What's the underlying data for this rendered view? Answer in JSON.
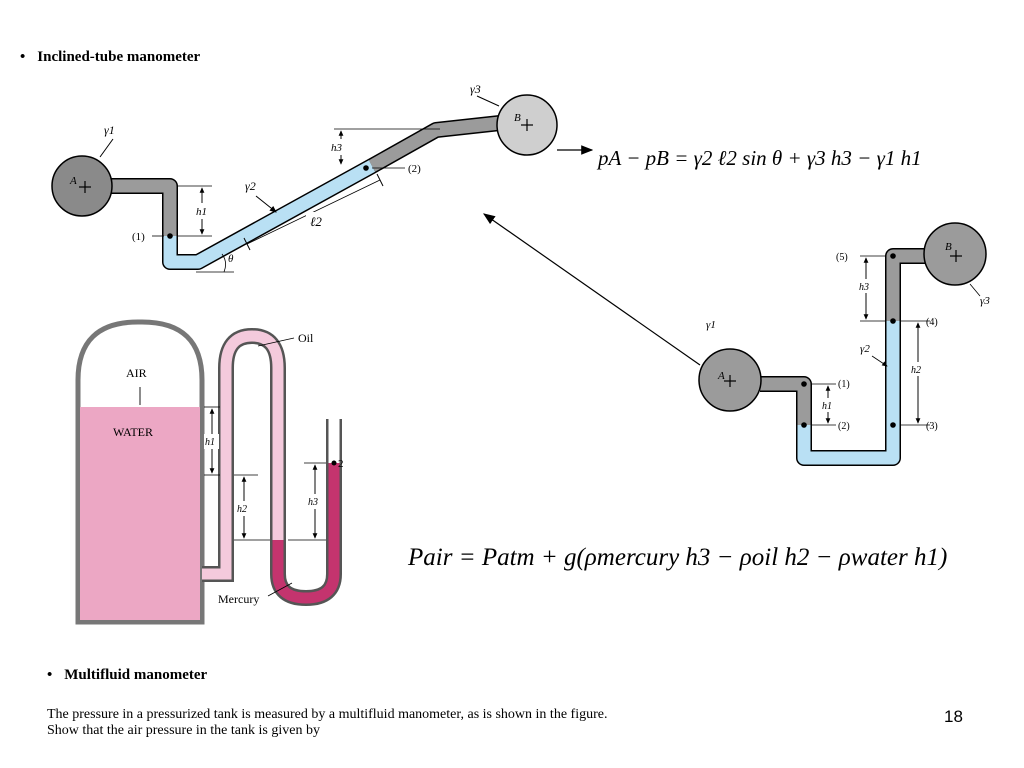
{
  "headings": {
    "inclined": "Inclined-tube manometer",
    "multifluid": "Multifluid manometer",
    "bullet": "•"
  },
  "description": {
    "line1": "The pressure in a pressurized tank is measured by a multifluid manometer, as is shown in the figure.",
    "line2": "Show that the air pressure in the tank is given by"
  },
  "page_number": "18",
  "inclined_figure": {
    "label_gamma1": "γ1",
    "label_gamma2": "γ2",
    "label_gamma3": "γ3",
    "label_A": "A",
    "label_B": "B",
    "label_h1": "h1",
    "label_h3": "h3",
    "label_l2": "ℓ2",
    "label_theta": "θ",
    "point1": "(1)",
    "point2": "(2)"
  },
  "equation_inclined": {
    "lhs": "pA − pB",
    "rhs": "= γ2 ℓ2 sin θ + γ3 h3 − γ1 h1"
  },
  "differential_figure": {
    "label_gamma1": "γ1",
    "label_gamma2": "γ2",
    "label_gamma3": "γ3",
    "label_A": "A",
    "label_B": "B",
    "label_h1": "h1",
    "label_h2": "h2",
    "label_h3": "h3",
    "point1": "(1)",
    "point2": "(2)",
    "point3": "(3)",
    "point4": "(4)",
    "point5": "(5)"
  },
  "tank_figure": {
    "air": "AIR",
    "water": "WATER",
    "oil": "Oil",
    "mercury": "Mercury",
    "label_h1": "h1",
    "label_h2": "h2",
    "label_h3": "h3",
    "point2": "2"
  },
  "equation_air": {
    "lhs": "Pair",
    "rhs": "= Patm + g(ρmercury h3 − ρoil h2 − ρwater h1)"
  },
  "colors": {
    "blue_fluid": "#b9e0f4",
    "gray_fluid": "#9b9b9b",
    "dark_gray": "#8a8a8a",
    "light_gray": "#cfcfcf",
    "water_pink": "#eca7c4",
    "oil_pink": "#f4cadc",
    "mercury": "#c4346e"
  }
}
